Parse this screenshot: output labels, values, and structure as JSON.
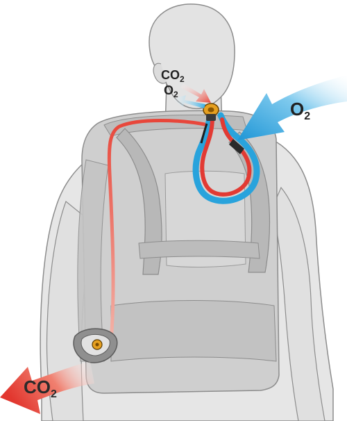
{
  "labels": {
    "top_co2": {
      "main": "CO",
      "sub": "2"
    },
    "top_o2": {
      "main": "O",
      "sub": "2"
    },
    "right_o2": {
      "main": "O",
      "sub": "2"
    },
    "bottom_co2": {
      "main": "CO",
      "sub": "2"
    }
  },
  "colors": {
    "body_fill": "#e3e3e3",
    "body_stroke": "#8c8c8c",
    "pack_fill": "#c9c9c9",
    "pack_dark": "#a9a9a9",
    "exhale_red": "#e23a33",
    "inhale_blue": "#29a3dc",
    "co2_arrow": "#e8463a",
    "o2_arrow": "#3aaee3"
  },
  "icons": [
    "mouthpiece-valve-icon",
    "exhaust-valve-icon"
  ]
}
